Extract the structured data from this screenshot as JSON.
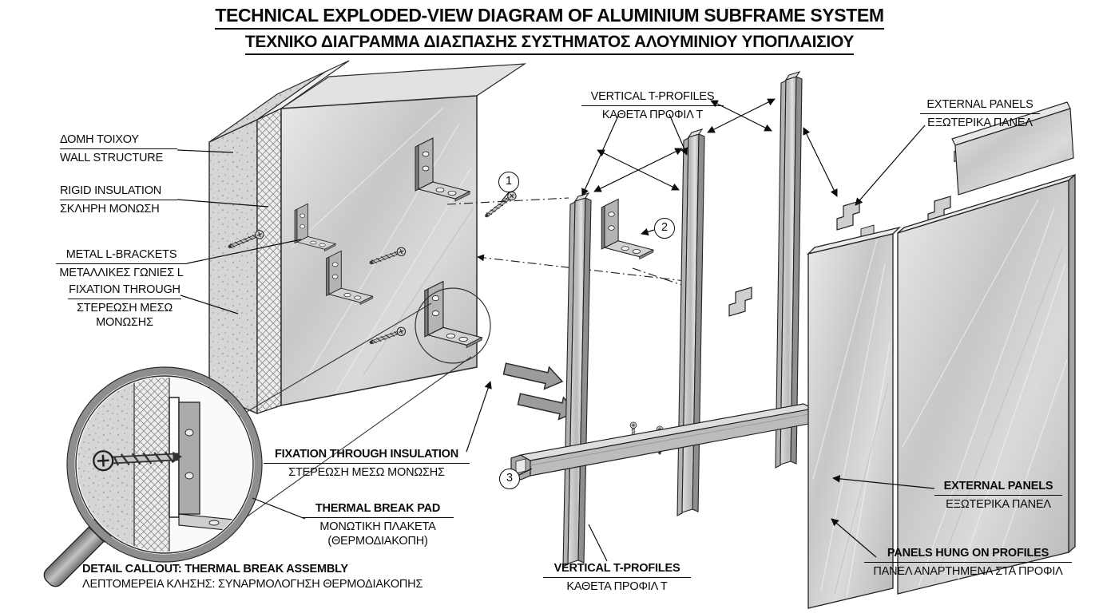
{
  "title": {
    "en": "TECHNICAL EXPLODED-VIEW DIAGRAM OF ALUMINIUM SUBFRAME SYSTEM",
    "el": "ΤΕΧΝΙΚΟ ΔΙΑΓΡΑΜΜΑ ΔΙΑΣΠΑΣΗΣ ΣΥΣΤΗΜΑΤΟΣ ΑΛΟΥΜΙΝΙΟΥ ΥΠΟΠΛΑΙΣΙΟΥ"
  },
  "labels": {
    "wall_structure": {
      "line1": "ΔΟΜΗ ΤΟΙΧΟΥ",
      "line2": "WALL STRUCTURE"
    },
    "rigid_insulation": {
      "line1": "RIGID INSULATION",
      "line2": "ΣΚΛΗΡΗ ΜΟΝΩΣΗ"
    },
    "metal_l_brackets": {
      "line1": "METAL L-BRACKETS",
      "line2": "ΜΕΤΑΛΛΙΚΕΣ ΓΩΝΙΕΣ L"
    },
    "fixation_through": {
      "line1": "FIXATION THROUGH",
      "line2": "ΣΤΕΡΕΩΣΗ ΜΕΣΩ",
      "line3": "ΜΟΝΩΣΗΣ"
    },
    "vertical_t_profiles_top": {
      "line1": "VERTICAL T-PROFILES",
      "line2": "ΚΑΘΕΤΑ ΠΡΟΦΙΛ Τ"
    },
    "external_panels_top": {
      "line1": "EXTERNAL PANELS",
      "line2": "ΕΞΩΤΕΡΙΚΑ ΠΑΝΕΛ"
    },
    "fixation_through_insulation": {
      "line1": "FIXATION THROUGH INSULATION",
      "line2": "ΣΤΕΡΕΩΣΗ ΜΕΣΩ ΜΟΝΩΣΗΣ"
    },
    "thermal_break_pad": {
      "line1": "THERMAL BREAK PAD",
      "line2": "ΜΟΝΩΤΙΚΗ ΠΛΑΚΕΤΑ",
      "line3": "(ΘΕΡΜΟΔΙΑΚΟΠΗ)"
    },
    "detail_callout": {
      "line1": "DETAIL CALLOUT: THERMAL BREAK ASSEMBLY",
      "line2": "ΛΕΠΤΟΜΕΡΕΙΑ ΚΛΗΣΗΣ: ΣΥΝΑΡΜΟΛΟΓΗΣΗ ΘΕΡΜΟΔΙΑΚΟΠΗΣ"
    },
    "vertical_t_profiles_bottom": {
      "line1": "VERTICAL T-PROFILES",
      "line2": "ΚΑΘΕΤΑ ΠΡΟΦΙΛ Τ"
    },
    "external_panels_right": {
      "line1": "EXTERNAL PANELS",
      "line2": "ΕΞΩΤΕΡΙΚΑ ΠΑΝΕΛ"
    },
    "panels_hung_on_profiles": {
      "line1": "PANELS HUNG ON PROFILES",
      "line2": "ΠΑΝΕΛ ΑΝΑΡΤΗΜΕΝΑ ΣΤΑ ΠΡΟΦΙΛ"
    }
  },
  "callouts": {
    "c1": "1",
    "c2": "2",
    "c3": "3"
  },
  "colors": {
    "ink": "#0b0b0b",
    "metal_light": "#e6e6e6",
    "metal_mid": "#c6c6c6",
    "metal_dark": "#8f8f8f",
    "concrete": "#d6d6d6",
    "background": "#ffffff"
  }
}
